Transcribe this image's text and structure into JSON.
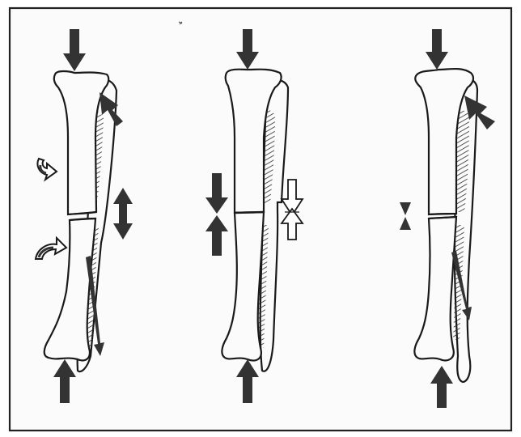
{
  "figure": {
    "panel_count": 3,
    "panels": [
      {
        "id": "left",
        "forces": [
          "axial-compression",
          "oblique-push-on-fibula",
          "rotation-upper",
          "rotation-lower",
          "vertical-displacement-double-arrow",
          "fibula-fragment-displacement"
        ]
      },
      {
        "id": "middle",
        "forces": [
          "axial-compression",
          "tibia-shortening-opposed-arrows",
          "fibula-compression-open-arrows"
        ]
      },
      {
        "id": "right",
        "forces": [
          "axial-compression",
          "oblique-push-on-fibula",
          "small-compression-opposed-arrows",
          "fibula-fragment-displacement"
        ]
      }
    ],
    "colors": {
      "paper": "#fbfbfb",
      "frame": "#222222",
      "outline": "#1a1a1a",
      "arrow_fill": "#333333",
      "hatch": "#2a2a2a",
      "open_arrow_fill": "#ffffff"
    }
  }
}
